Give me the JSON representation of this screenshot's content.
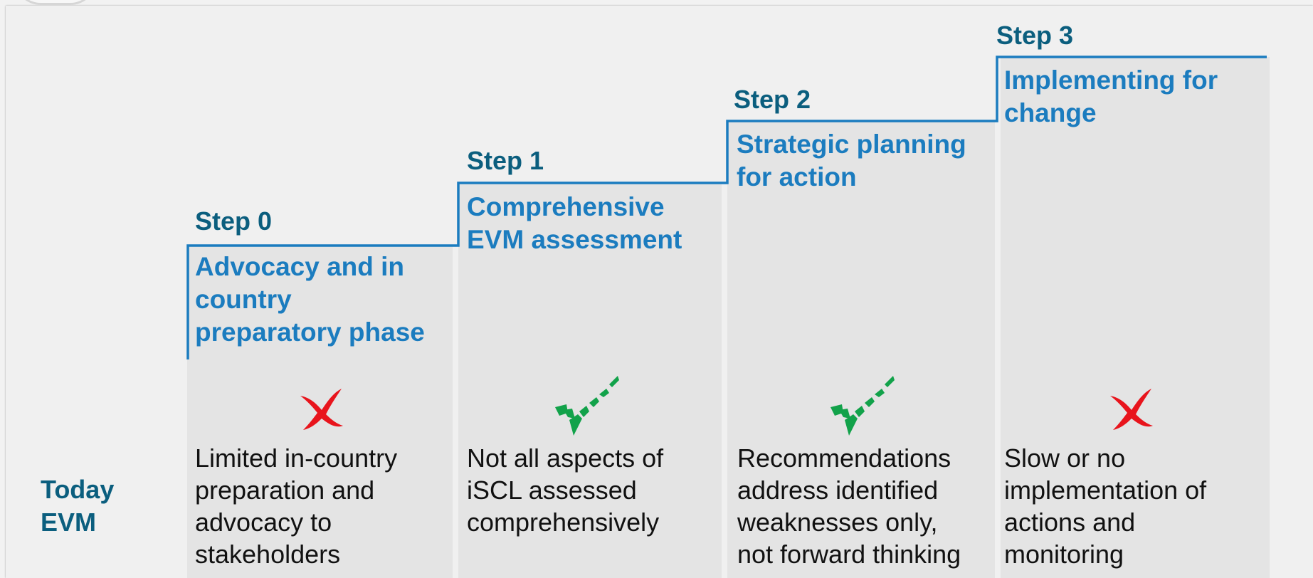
{
  "row_label": [
    "Today",
    "EVM"
  ],
  "steps": [
    {
      "label": "Step 0",
      "title": [
        "Advocacy and in",
        "country",
        "preparatory phase"
      ],
      "status": "cross-icon",
      "description": [
        "Limited in-country",
        "preparation and",
        "advocacy to",
        "stakeholders"
      ]
    },
    {
      "label": "Step 1",
      "title": [
        "Comprehensive",
        "EVM assessment"
      ],
      "status": "check-icon",
      "description": [
        "Not all aspects of",
        "iSCL assessed",
        "comprehensively"
      ]
    },
    {
      "label": "Step 2",
      "title": [
        "Strategic planning",
        "for action"
      ],
      "status": "check-icon",
      "description": [
        "Recommendations",
        "address identified",
        "weaknesses only,",
        "not forward thinking"
      ]
    },
    {
      "label": "Step 3",
      "title": [
        "Implementing for",
        "change"
      ],
      "status": "cross-icon",
      "description": [
        "Slow or no",
        "implementation of",
        "actions and",
        "monitoring"
      ]
    }
  ],
  "colors": {
    "step_label": "#0b5e7e",
    "step_title": "#1b7cbf",
    "stair_line": "#1b7cbf",
    "column_bg": "#e4e4e4",
    "cross": "#e8141c",
    "check": "#12a24a"
  }
}
